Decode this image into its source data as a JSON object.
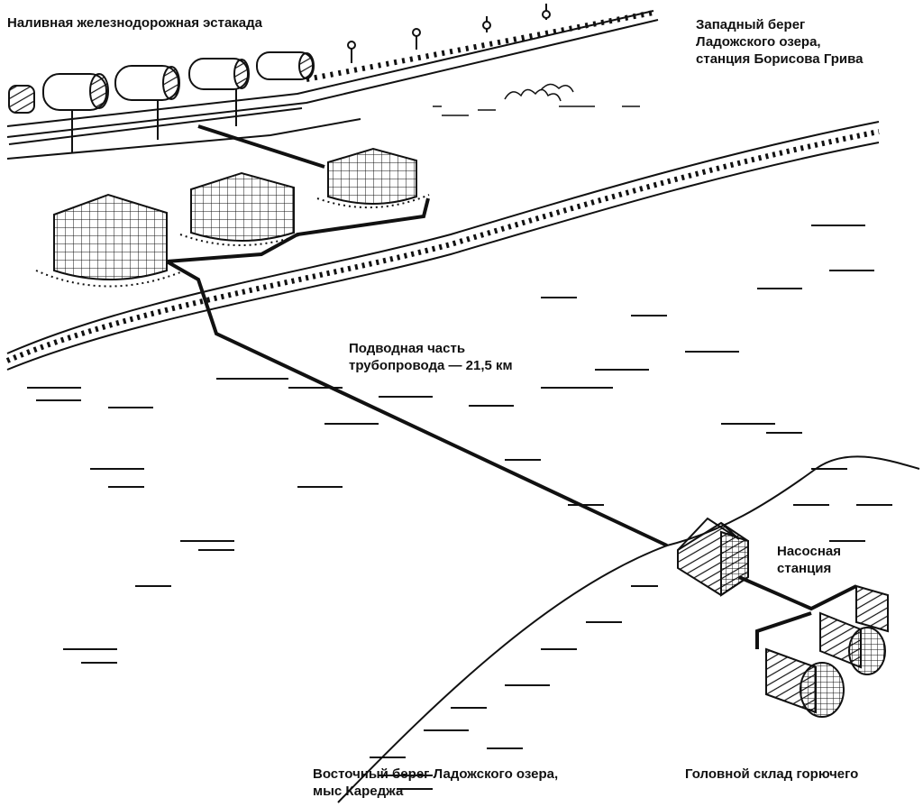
{
  "labels": {
    "rail_trestle": "Наливная железнодорожная эстакада",
    "west_shore": [
      "Западный берег",
      "Ладожского озера,",
      "станция Борисова Грива"
    ],
    "underwater": [
      "Подводная часть",
      "трубопровода — 21,5 км"
    ],
    "pump_station": [
      "Насосная",
      "станция"
    ],
    "east_shore": [
      "Восточный берег Ладожского озера,",
      "мыс Кареджа"
    ],
    "fuel_depot": "Головной склад горючего"
  },
  "colors": {
    "ink": "#111111",
    "paper": "#ffffff"
  }
}
